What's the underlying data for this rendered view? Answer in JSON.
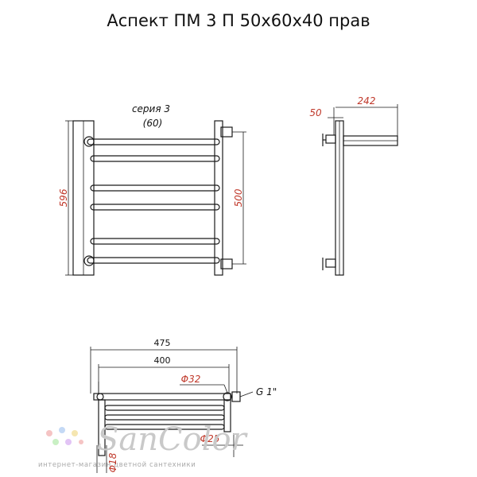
{
  "title": "Аспект ПМ 3 П 50x60x40 прав",
  "front_view": {
    "series_label": "серия 3",
    "series_sub": "(60)",
    "height_label": "596",
    "axis_label": "500"
  },
  "side_view": {
    "offset_label": "50",
    "depth_label": "242"
  },
  "top_view": {
    "width_label": "475",
    "axis_label": "400",
    "pipe_diameter_label": "Φ32",
    "thread_label": "G 1\"",
    "rung_diameter_label": "Φ25",
    "small_diameter_label": "Φ18"
  },
  "watermark": {
    "logo": "SanColor",
    "tagline": "интернет-магазин цветной сантехники",
    "dot_colors": [
      "#f5c4c4",
      "#c4d9f5",
      "#f5e6b0",
      "#c9f0c4",
      "#e2c4f5"
    ]
  },
  "colors": {
    "dimension_text": "#c0392b",
    "lines": "#1a1a1a"
  }
}
